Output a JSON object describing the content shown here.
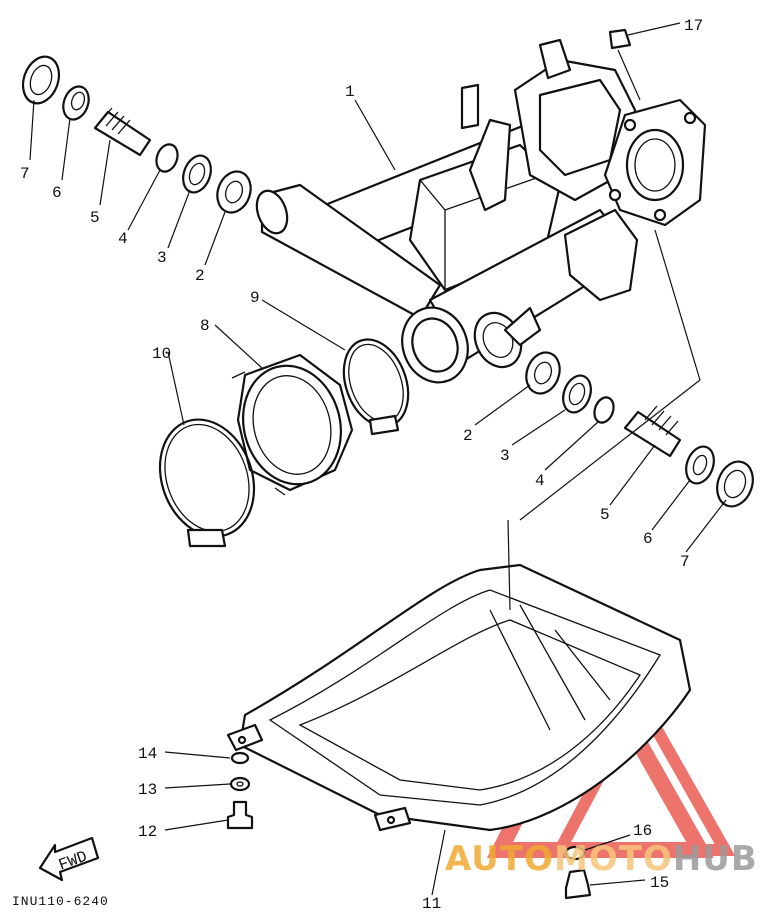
{
  "labels": {
    "l1": "1",
    "l2a": "2",
    "l3a": "3",
    "l4a": "4",
    "l5a": "5",
    "l6a": "6",
    "l7a": "7",
    "l2b": "2",
    "l3b": "3",
    "l4b": "4",
    "l5b": "5",
    "l6b": "6",
    "l7b": "7",
    "l8": "8",
    "l9": "9",
    "l10": "10",
    "l11": "11",
    "l12": "12",
    "l13": "13",
    "l14": "14",
    "l15": "15",
    "l16": "16",
    "l17": "17"
  },
  "fwd": "FWD",
  "code": "INU110-6240",
  "watermark": {
    "a": "AUTO",
    "b": "MOTO",
    "c": "HUB",
    "color_a": "#f0a830",
    "color_b": "#f6c47a",
    "color_c": "#9a9a9a",
    "logo_color": "#e8463c"
  }
}
